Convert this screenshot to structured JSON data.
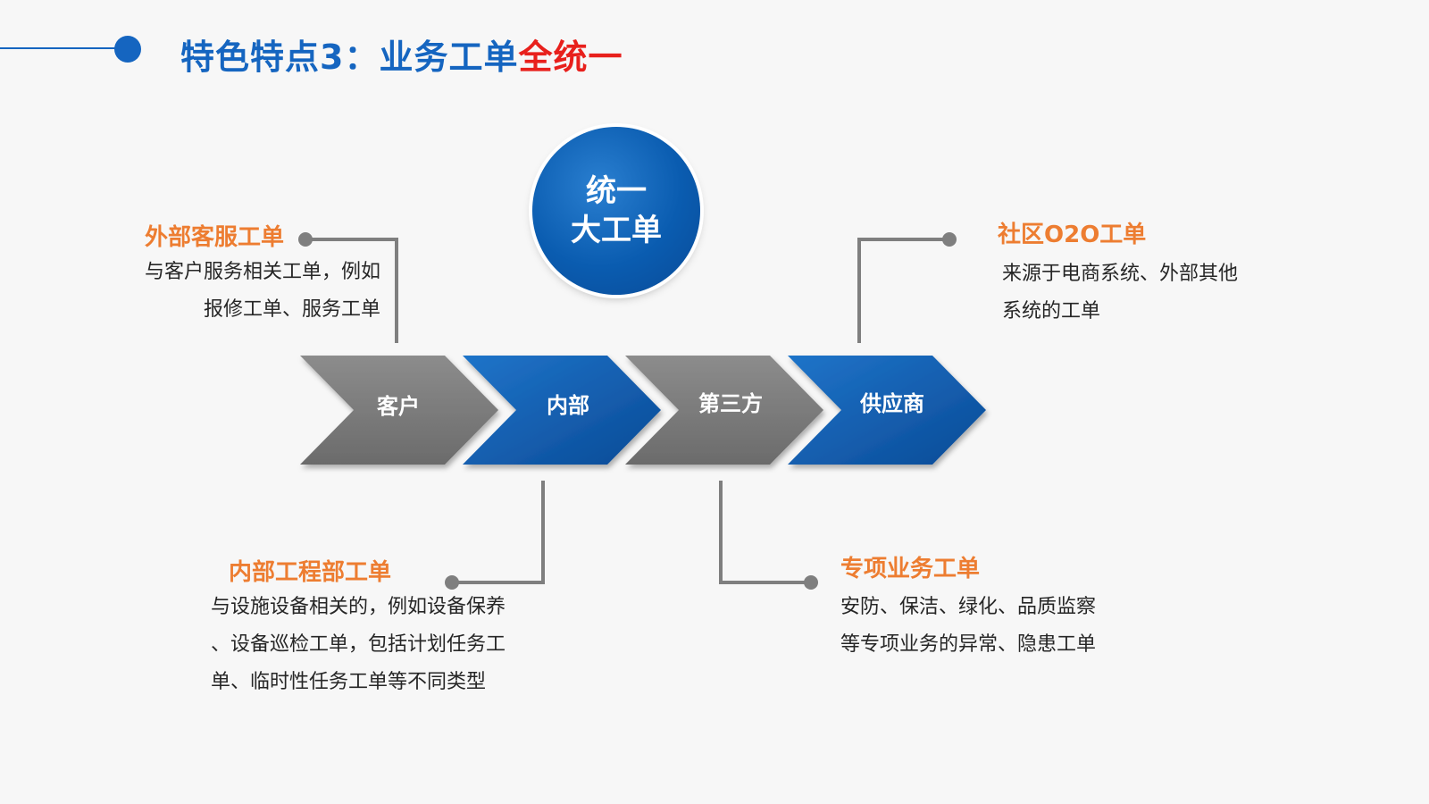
{
  "title": {
    "prefix": "特色特点3：业务工单",
    "highlight": "全统一"
  },
  "center": {
    "line1": "统一",
    "line2": "大工单"
  },
  "chevrons": [
    {
      "label": "客户",
      "color": "#7f7f7f"
    },
    {
      "label": "内部",
      "color": "#0b5cad"
    },
    {
      "label": "第三方",
      "color": "#7f7f7f"
    },
    {
      "label": "供应商",
      "color": "#0b5cad"
    }
  ],
  "callouts": {
    "customer": {
      "title": "外部客服工单",
      "lines": [
        "与客户服务相关工单，例如",
        "报修工单、服务工单"
      ]
    },
    "internal": {
      "title": "内部工程部工单",
      "lines": [
        "与设施设备相关的，例如设备保养",
        "、设备巡检工单，包括计划任务工",
        "单、临时性任务工单等不同类型"
      ]
    },
    "third_party": {
      "title": "专项业务工单",
      "lines": [
        "安防、保洁、绿化、品质监察",
        "等专项业务的异常、隐患工单"
      ]
    },
    "supplier": {
      "title": "社区O2O工单",
      "lines": [
        "来源于电商系统、外部其他",
        "系统的工单"
      ]
    }
  },
  "colors": {
    "accent_blue": "#1565c0",
    "highlight_red": "#e8201c",
    "heading_orange": "#ed7d31",
    "gray": "#7f7f7f"
  }
}
